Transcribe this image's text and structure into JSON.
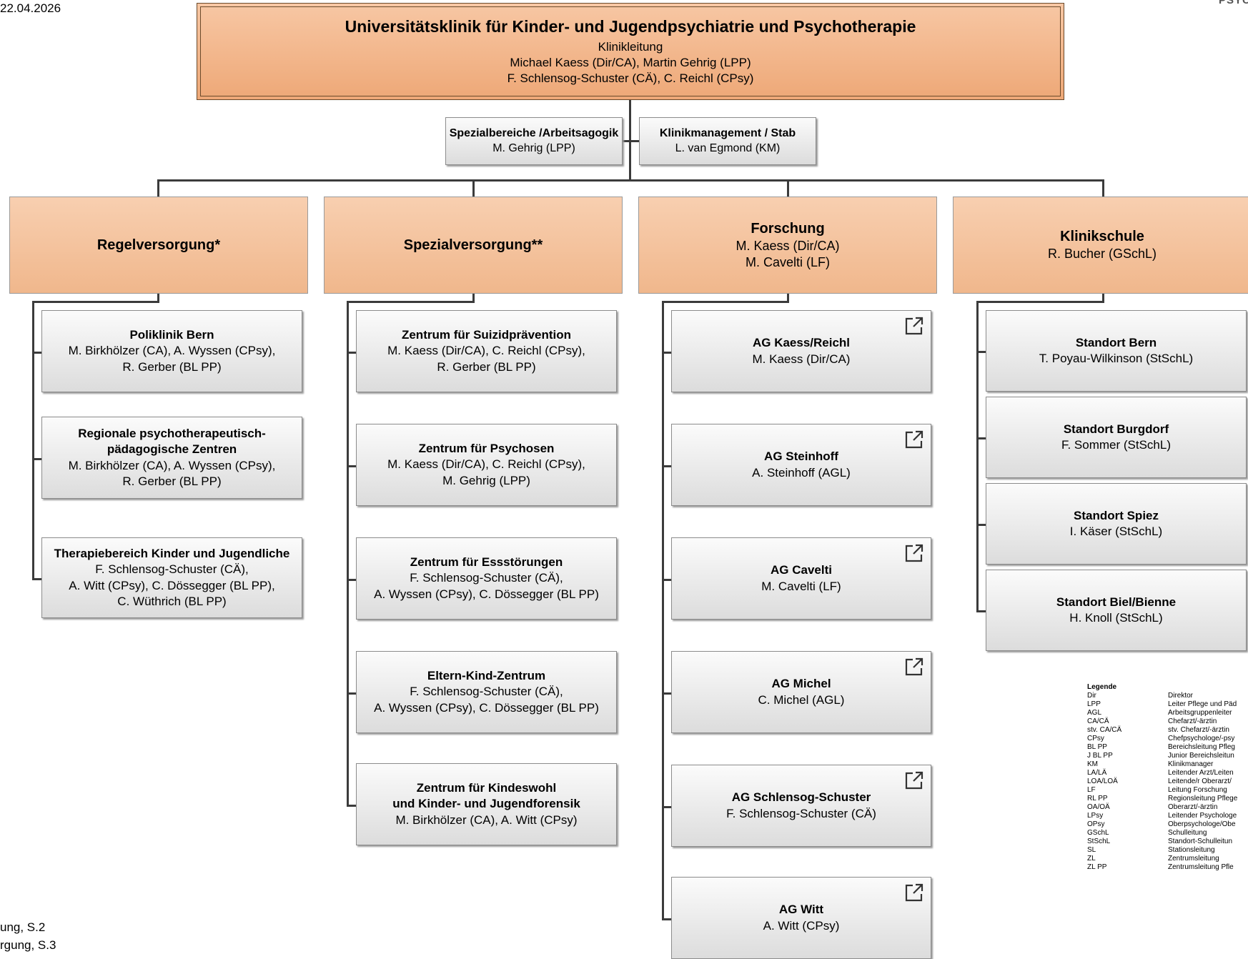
{
  "page": {
    "date": "22.04.2026",
    "corner_fragment": "PSYC",
    "footnotes": [
      "ung, S.2",
      "rgung, S.3"
    ]
  },
  "top": {
    "title": "Universitätsklinik für Kinder- und Jugendpsychiatrie und Psychotherapie",
    "subtitle": "Klinikleitung",
    "line1": "Michael Kaess (Dir/CA), Martin Gehrig (LPP)",
    "line2": "F. Schlensog-Schuster (CÄ), C. Reichl (CPsy)"
  },
  "staff": [
    {
      "title": "Spezialbereiche /Arbeitsagogik",
      "person": "M. Gehrig (LPP)"
    },
    {
      "title": "Klinikmanagement / Stab",
      "person": "L. van Egmond (KM)"
    }
  ],
  "columns": [
    {
      "title": "Regelversorgung*",
      "lines": [],
      "units": [
        {
          "title": [
            "Poliklinik Bern"
          ],
          "lines": [
            "M. Birkhölzer (CA), A. Wyssen (CPsy),",
            "R. Gerber (BL PP)"
          ]
        },
        {
          "title": [
            "Regionale psychotherapeutisch-",
            "pädagogische Zentren"
          ],
          "lines": [
            "M. Birkhölzer (CA), A. Wyssen (CPsy),",
            "R. Gerber (BL PP)"
          ]
        },
        {
          "title": [
            "Therapiebereich Kinder und Jugendliche"
          ],
          "lines": [
            "F. Schlensog-Schuster (CÄ),",
            "A. Witt (CPsy), C. Dössegger (BL PP),",
            "C. Wüthrich (BL PP)"
          ]
        }
      ]
    },
    {
      "title": "Spezialversorgung**",
      "lines": [],
      "units": [
        {
          "title": [
            "Zentrum für Suizidprävention"
          ],
          "lines": [
            "M. Kaess (Dir/CA), C. Reichl (CPsy),",
            "R. Gerber (BL PP)"
          ]
        },
        {
          "title": [
            "Zentrum für Psychosen"
          ],
          "lines": [
            "M. Kaess (Dir/CA), C. Reichl (CPsy),",
            "M. Gehrig (LPP)"
          ]
        },
        {
          "title": [
            "Zentrum für Essstörungen"
          ],
          "lines": [
            "F. Schlensog-Schuster (CÄ),",
            "A. Wyssen (CPsy), C. Dössegger (BL PP)"
          ]
        },
        {
          "title": [
            "Eltern-Kind-Zentrum"
          ],
          "lines": [
            "F. Schlensog-Schuster (CÄ),",
            "A. Wyssen (CPsy), C. Dössegger (BL PP)"
          ]
        },
        {
          "title": [
            "Zentrum für Kindeswohl",
            "und Kinder- und Jugendforensik"
          ],
          "lines": [
            "M. Birkhölzer (CA), A. Witt (CPsy)"
          ]
        }
      ]
    },
    {
      "title": "Forschung",
      "lines": [
        "M. Kaess (Dir/CA)",
        "M. Cavelti (LF)"
      ],
      "units": [
        {
          "title": [
            "AG Kaess/Reichl"
          ],
          "lines": [
            "M. Kaess (Dir/CA)"
          ]
        },
        {
          "title": [
            "AG Steinhoff"
          ],
          "lines": [
            "A. Steinhoff (AGL)"
          ]
        },
        {
          "title": [
            "AG Cavelti"
          ],
          "lines": [
            "M. Cavelti (LF)"
          ]
        },
        {
          "title": [
            "AG Michel"
          ],
          "lines": [
            "C. Michel (AGL)"
          ]
        },
        {
          "title": [
            "AG Schlensog-Schuster"
          ],
          "lines": [
            "F. Schlensog-Schuster (CÄ)"
          ]
        },
        {
          "title": [
            "AG Witt"
          ],
          "lines": [
            "A. Witt (CPsy)"
          ]
        }
      ]
    },
    {
      "title": "Klinikschule",
      "lines": [
        "R. Bucher (GSchL)"
      ],
      "units": [
        {
          "title": [
            "Standort Bern"
          ],
          "lines": [
            "T. Poyau-Wilkinson (StSchL)"
          ]
        },
        {
          "title": [
            "Standort Burgdorf"
          ],
          "lines": [
            "F. Sommer (StSchL)"
          ]
        },
        {
          "title": [
            "Standort Spiez"
          ],
          "lines": [
            "I. Käser (StSchL)"
          ]
        },
        {
          "title": [
            "Standort Biel/Bienne"
          ],
          "lines": [
            "H. Knoll (StSchL)"
          ]
        }
      ]
    }
  ],
  "legend": {
    "title": "Legende",
    "rows": [
      [
        "Dir",
        "Direktor"
      ],
      [
        "LPP",
        "Leiter Pflege und Päd"
      ],
      [
        "AGL",
        "Arbeitsgruppenleiter"
      ],
      [
        "CA/CÄ",
        "Chefarzt/-ärztin"
      ],
      [
        "stv. CA/CÄ",
        "stv. Chefarzt/-ärztin"
      ],
      [
        "CPsy",
        "Chefpsychologe/-psy"
      ],
      [
        "BL PP",
        "Bereichsleitung Pfleg"
      ],
      [
        "J BL PP",
        "Junior Bereichsleitun"
      ],
      [
        "KM",
        "Klinikmanager"
      ],
      [
        "LA/LÄ",
        "Leitender Arzt/Leiten"
      ],
      [
        "LOA/LOÄ",
        "Leitende/r Oberarzt/"
      ],
      [
        "LF",
        "Leitung Forschung"
      ],
      [
        "RL PP",
        "Regionsleitung Pflege"
      ],
      [
        "OA/OÄ",
        "Oberarzt/-ärztin"
      ],
      [
        "LPsy",
        "Leitender Psychologe"
      ],
      [
        "OPsy",
        "Oberpsychologe/Obe"
      ],
      [
        "GSchL",
        "Schulleitung"
      ],
      [
        "StSchL",
        "Standort-Schulleitun"
      ],
      [
        "SL",
        "Stationsleitung"
      ],
      [
        "ZL",
        "Zentrumsleitung"
      ],
      [
        "ZL PP",
        "Zentrumsleitung Pfle"
      ]
    ]
  },
  "icons": {
    "external_link": "external-link-icon"
  }
}
